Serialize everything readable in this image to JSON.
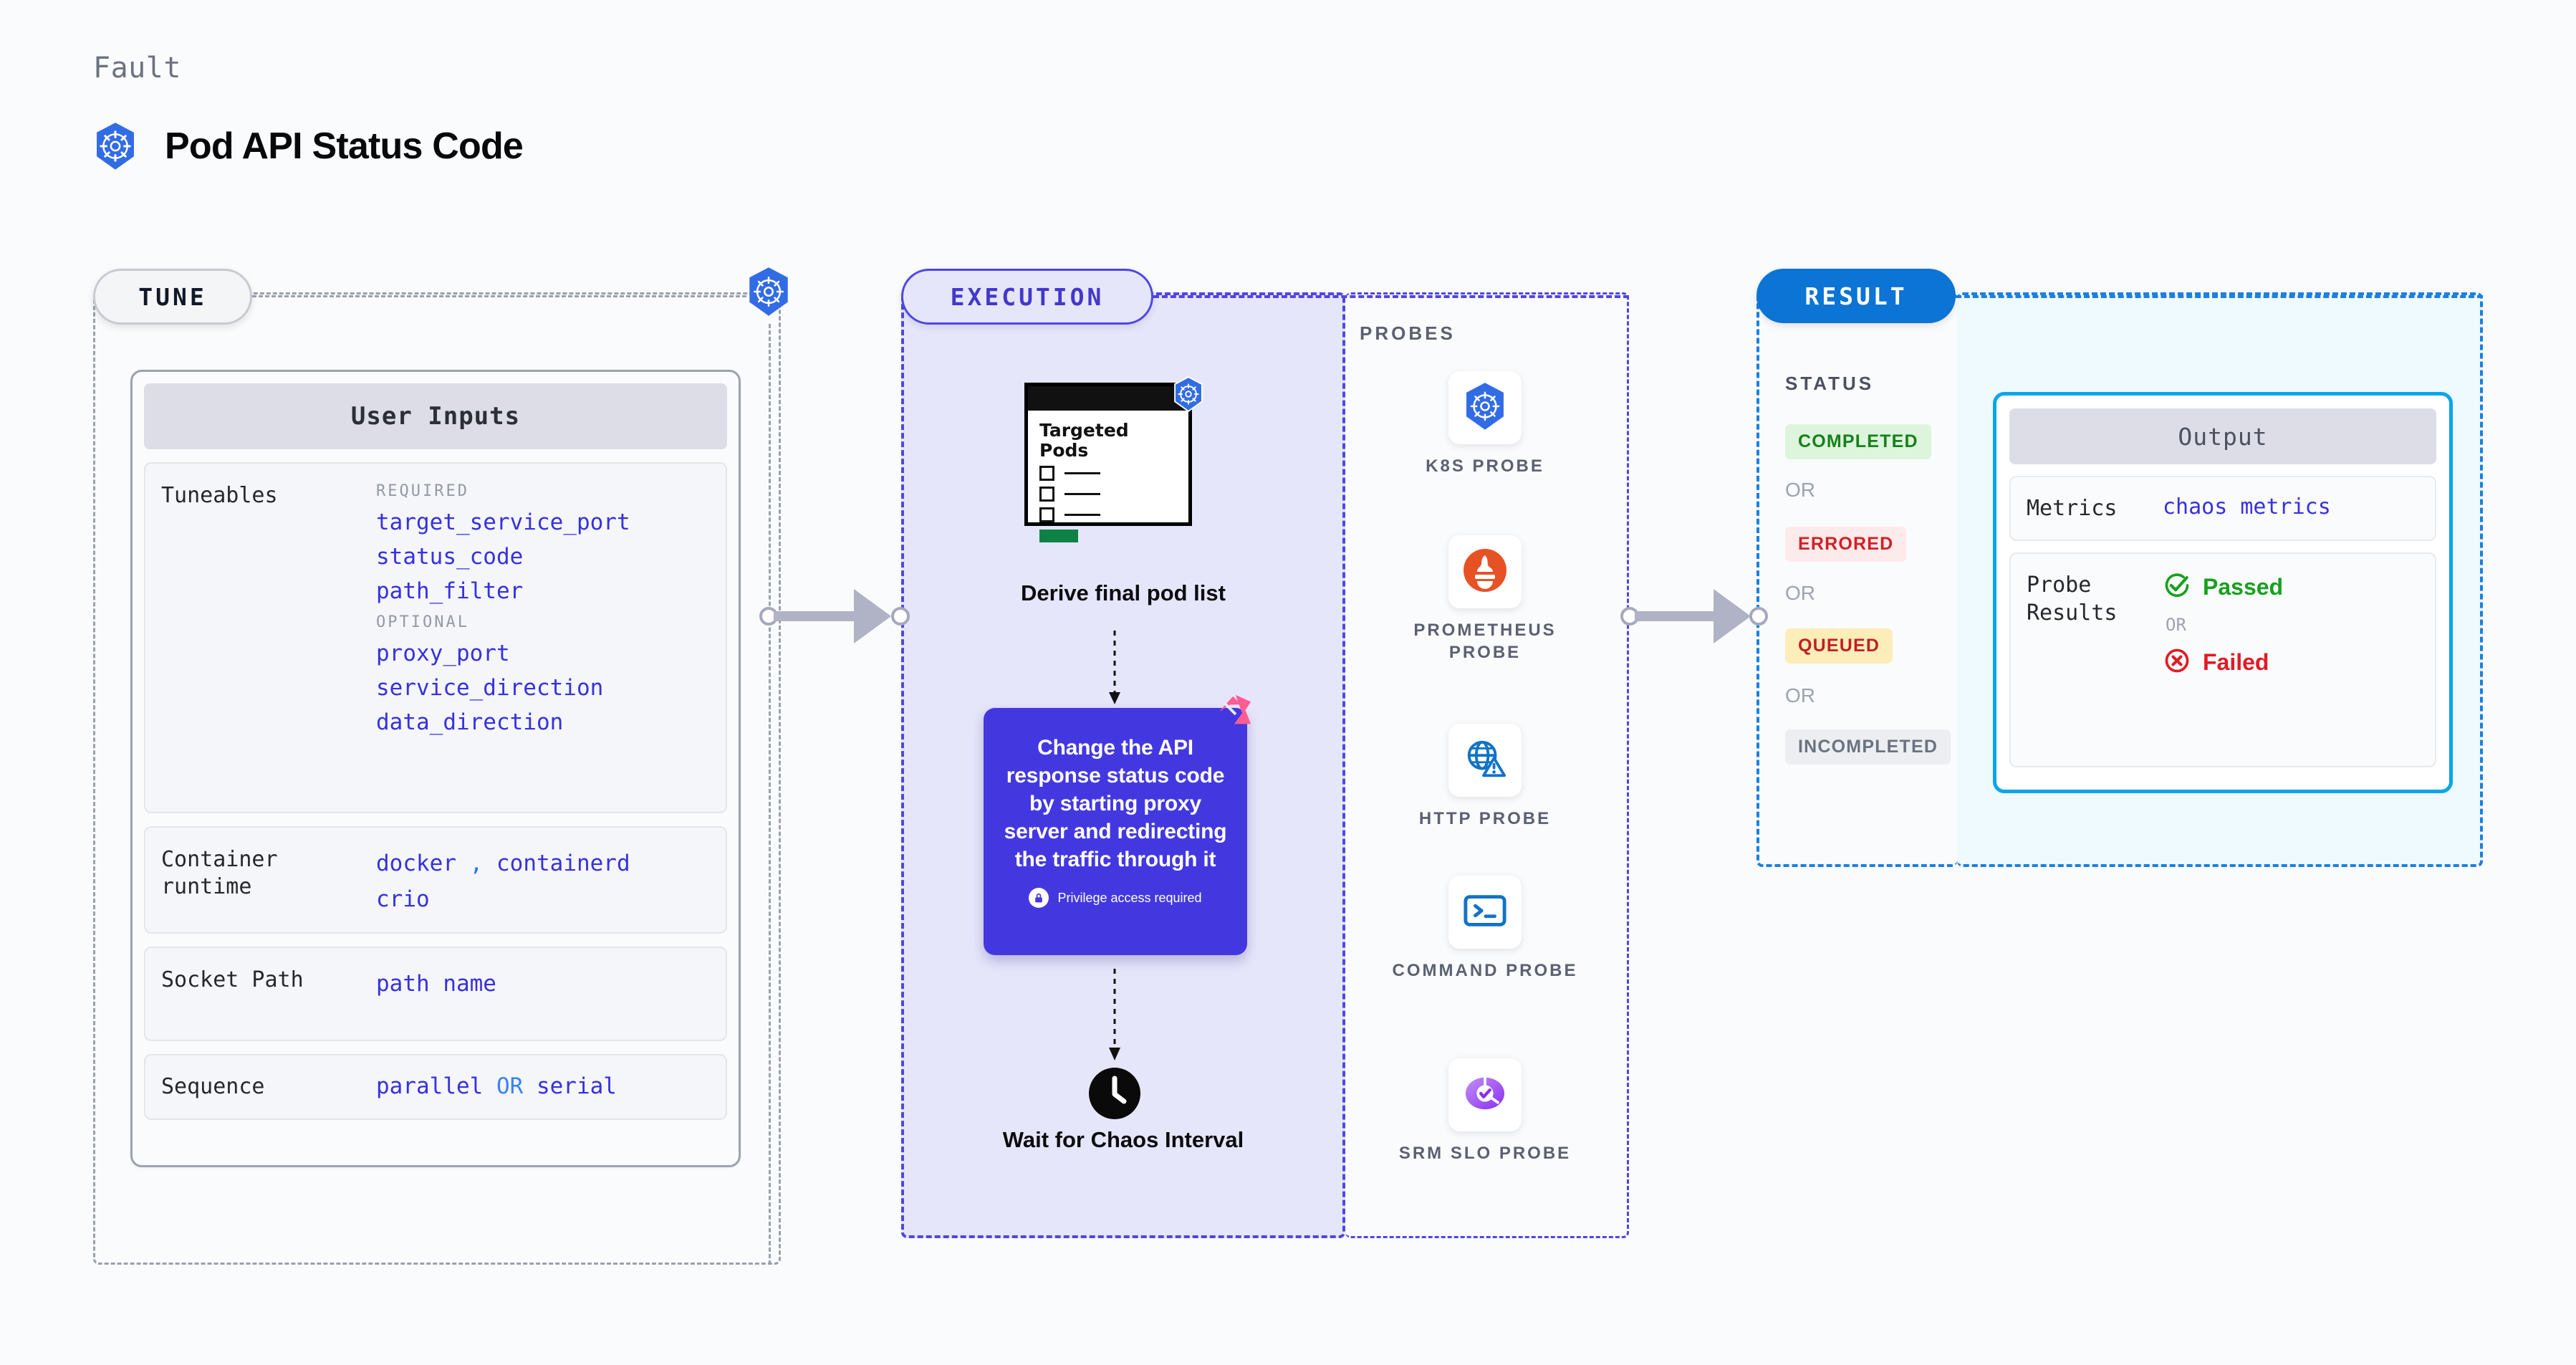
{
  "header": {
    "kicker": "Fault",
    "title": "Pod API Status Code",
    "icon": "kubernetes-icon"
  },
  "stages": {
    "tune": {
      "pill": "TUNE"
    },
    "execution": {
      "pill": "EXECUTION"
    },
    "result": {
      "pill": "RESULT"
    }
  },
  "tune": {
    "card_title": "User Inputs",
    "sections": [
      {
        "label": "Tuneables",
        "groups": [
          {
            "group_label": "REQUIRED",
            "items": [
              "target_service_port",
              "status_code",
              "path_filter"
            ]
          },
          {
            "group_label": "OPTIONAL",
            "items": [
              "proxy_port",
              "service_direction",
              "data_direction"
            ]
          }
        ]
      }
    ],
    "container_runtime": {
      "label": "Container runtime",
      "values": [
        "docker",
        "containerd",
        "crio"
      ],
      "separator": ","
    },
    "socket_path": {
      "label": "Socket Path",
      "value": "path name"
    },
    "sequence": {
      "label": "Sequence",
      "left": "parallel",
      "or": "OR",
      "right": "serial"
    }
  },
  "execution": {
    "pods_doc": {
      "title": "Targeted Pods",
      "rows": 3,
      "icon": "kubernetes-icon"
    },
    "caption_derive": "Derive final pod list",
    "action_card": {
      "text": "Change the API response status code by starting proxy server and redirecting the traffic through it",
      "privilege_note": "Privilege access required",
      "badge_icon": "litmus-icon",
      "lock_icon": "lock-icon",
      "color": "#4338e0"
    },
    "caption_wait": "Wait for Chaos Interval",
    "clock_icon": "clock-icon"
  },
  "probes": {
    "title": "PROBES",
    "items": [
      {
        "label": "K8S PROBE",
        "icon": "kubernetes-icon"
      },
      {
        "label": "PROMETHEUS PROBE",
        "icon": "prometheus-icon"
      },
      {
        "label": "HTTP PROBE",
        "icon": "http-globe-warning-icon"
      },
      {
        "label": "COMMAND PROBE",
        "icon": "terminal-icon"
      },
      {
        "label": "SRM SLO PROBE",
        "icon": "srm-slo-donut-icon"
      }
    ]
  },
  "result": {
    "status_title": "STATUS",
    "or_label": "OR",
    "statuses": [
      {
        "label": "COMPLETED",
        "bg": "#dcf5dc",
        "fg": "#17801a"
      },
      {
        "label": "ERRORED",
        "bg": "#fdeaea",
        "fg": "#d12026"
      },
      {
        "label": "QUEUED",
        "bg": "#fdedb9",
        "fg": "#c01f24"
      },
      {
        "label": "INCOMPLETED",
        "bg": "#eceef2",
        "fg": "#6b7280"
      }
    ]
  },
  "output": {
    "card_title": "Output",
    "metrics": {
      "label": "Metrics",
      "value": "chaos metrics"
    },
    "probe_results": {
      "label": "Probe Results",
      "passed": "Passed",
      "or": "OR",
      "failed": "Failed",
      "passed_icon": "check-circle-icon",
      "failed_icon": "x-circle-icon"
    }
  },
  "colors": {
    "accent_blue": "#3730e0",
    "k8s_blue": "#326ce5",
    "exec_purple": "#4f46e5",
    "result_blue": "#0b74d4",
    "output_cyan": "#0aa5e9"
  }
}
